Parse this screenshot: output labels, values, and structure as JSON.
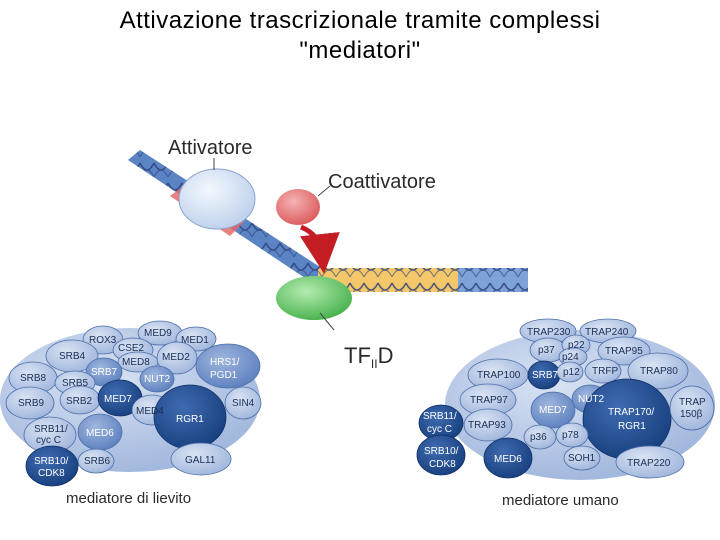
{
  "title": {
    "line1": "Attivazione trascrizionale tramite complessi",
    "line2": "\"mediatori\""
  },
  "diagram": {
    "activator_label": "Attivatore",
    "coactivator_label": "Coattivatore",
    "tfiid": {
      "main": "TF",
      "sub": "II",
      "tail": "D"
    }
  },
  "yeast_mediator": {
    "caption": "mediatore di lievito",
    "subunits": [
      {
        "id": "ROX3",
        "label": "ROX3"
      },
      {
        "id": "MED9",
        "label": "MED9"
      },
      {
        "id": "MED1",
        "label": "MED1"
      },
      {
        "id": "SRB4",
        "label": "SRB4"
      },
      {
        "id": "CSE2",
        "label": "CSE2"
      },
      {
        "id": "MED8",
        "label": "MED8"
      },
      {
        "id": "MED2",
        "label": "MED2"
      },
      {
        "id": "HRS1",
        "label": "HRS1/"
      },
      {
        "id": "PGD1",
        "label": "PGD1"
      },
      {
        "id": "SRB8",
        "label": "SRB8"
      },
      {
        "id": "SRB7",
        "label": "SRB7"
      },
      {
        "id": "NUT2",
        "label": "NUT2"
      },
      {
        "id": "SRB5",
        "label": "SRB5"
      },
      {
        "id": "SRB9",
        "label": "SRB9"
      },
      {
        "id": "SRB2",
        "label": "SRB2"
      },
      {
        "id": "MED7",
        "label": "MED7"
      },
      {
        "id": "MED4",
        "label": "MED4"
      },
      {
        "id": "RGR1",
        "label": "RGR1"
      },
      {
        "id": "SIN4",
        "label": "SIN4"
      },
      {
        "id": "SRB11a",
        "label": "SRB11/"
      },
      {
        "id": "SRB11b",
        "label": "cyc C"
      },
      {
        "id": "MED6",
        "label": "MED6"
      },
      {
        "id": "SRB10a",
        "label": "SRB10/"
      },
      {
        "id": "SRB10b",
        "label": "CDK8"
      },
      {
        "id": "SRB6",
        "label": "SRB6"
      },
      {
        "id": "GAL11",
        "label": "GAL11"
      }
    ]
  },
  "human_mediator": {
    "caption": "mediatore umano",
    "subunits": [
      {
        "id": "TRAP230",
        "label": "TRAP230"
      },
      {
        "id": "TRAP240",
        "label": "TRAP240"
      },
      {
        "id": "p37",
        "label": "p37"
      },
      {
        "id": "p22",
        "label": "p22"
      },
      {
        "id": "p24",
        "label": "p24"
      },
      {
        "id": "TRAP95",
        "label": "TRAP95"
      },
      {
        "id": "TRAP100",
        "label": "TRAP100"
      },
      {
        "id": "SRB7",
        "label": "SRB7"
      },
      {
        "id": "p12",
        "label": "p12"
      },
      {
        "id": "TRFP",
        "label": "TRFP"
      },
      {
        "id": "TRAP80",
        "label": "TRAP80"
      },
      {
        "id": "TRAP97",
        "label": "TRAP97"
      },
      {
        "id": "NUT2",
        "label": "NUT2"
      },
      {
        "id": "MED7",
        "label": "MED7"
      },
      {
        "id": "TRAP170a",
        "label": "TRAP170/"
      },
      {
        "id": "TRAP170b",
        "label": "RGR1"
      },
      {
        "id": "TRAP150a",
        "label": "TRAP"
      },
      {
        "id": "TRAP150b",
        "label": "150β"
      },
      {
        "id": "SRB11a",
        "label": "SRB11/"
      },
      {
        "id": "SRB11b",
        "label": "cyc C"
      },
      {
        "id": "TRAP93",
        "label": "TRAP93"
      },
      {
        "id": "p36",
        "label": "p36"
      },
      {
        "id": "p78",
        "label": "p78"
      },
      {
        "id": "SRB10a",
        "label": "SRB10/"
      },
      {
        "id": "SRB10b",
        "label": "CDK8"
      },
      {
        "id": "MED6",
        "label": "MED6"
      },
      {
        "id": "SOH1",
        "label": "SOH1"
      },
      {
        "id": "TRAP220",
        "label": "TRAP220"
      }
    ]
  },
  "colors": {
    "light_blue": "#b6c8e6",
    "mid_blue": "#6f8fc4",
    "dark_blue": "#1f4a8c",
    "activator": "#dfe9f7",
    "coactivator": "#e97c7c",
    "tfiid": "#6fcf6f",
    "dna_blue": "#3f6fb0",
    "dna_yellow": "#f4c86a"
  }
}
